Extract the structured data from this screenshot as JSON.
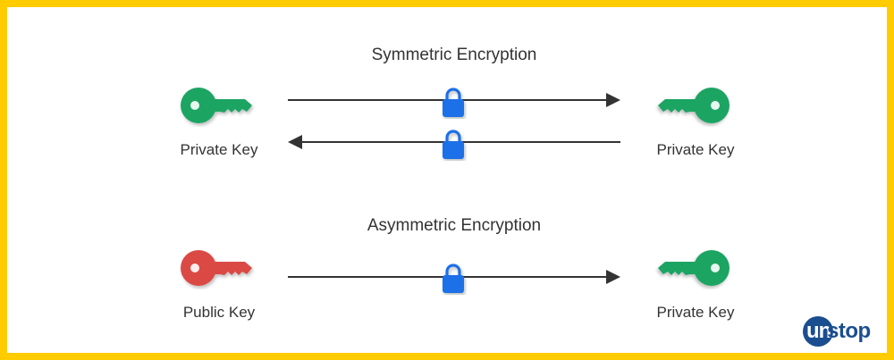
{
  "colors": {
    "border": "#FFCC00",
    "private_key": "#1FA463",
    "public_key": "#DB4A45",
    "lock": "#1E6FE8",
    "arrow": "#333333",
    "brand": "#1B4E8F"
  },
  "symmetric": {
    "title": "Symmetric Encryption",
    "left_key_label": "Private Key",
    "right_key_label": "Private Key"
  },
  "asymmetric": {
    "title": "Asymmetric Encryption",
    "left_key_label": "Public Key",
    "right_key_label": "Private Key"
  },
  "icons": {
    "key": "key-icon",
    "lock": "lock-icon",
    "arrow_right": "arrow-right-icon",
    "arrow_left": "arrow-left-icon"
  },
  "brand": {
    "badge": "un",
    "text": "stop"
  }
}
